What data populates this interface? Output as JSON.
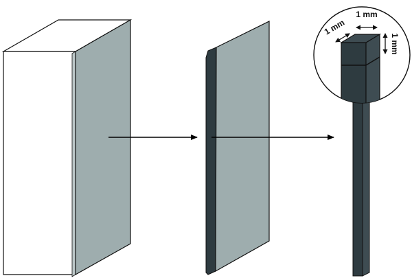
{
  "labels": {
    "top": "1 mm",
    "left": "1 mm",
    "right": "1 mm"
  },
  "colors": {
    "block_face": "#ffffff",
    "slab_face": "#9eadae",
    "slab_edge_light": "#bcc7c8",
    "dark": "#2e3b40",
    "dark_top": "#3e4c52",
    "outline": "#111111",
    "arrow": "#000000"
  }
}
